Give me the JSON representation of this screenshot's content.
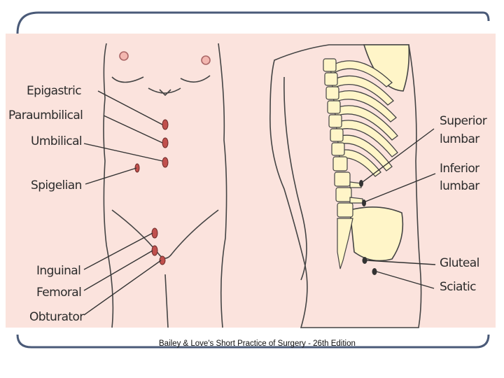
{
  "figure": {
    "front_labels": [
      "Epigastric",
      "Paraumbilical",
      "Umbilical",
      "Spigelian",
      "Inguinal",
      "Femoral",
      "Obturator"
    ],
    "back_labels": [
      "Superior",
      "lumbar",
      "Inferior",
      "lumbar",
      "Gluteal",
      "Sciatic"
    ]
  },
  "caption": "Bailey & Love's Short Practice of Surgery - 26th Edition",
  "colors": {
    "skin": "#fbe3dd",
    "outline": "#444444",
    "bone": "#fff5c8",
    "hernia_site": "#c0504d",
    "frame": "#4a5a78"
  },
  "icons": [
    "hernia-site-marker-icon"
  ]
}
